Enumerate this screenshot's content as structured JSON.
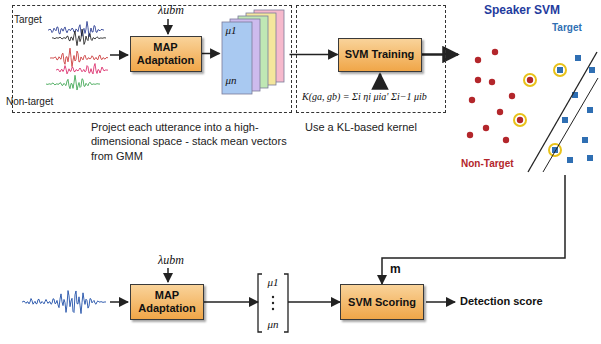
{
  "diagram": {
    "nodes": [
      {
        "text": [
          "Project each utterance into a high-dimensional space - stack mean vectors from GMM"
        ]
      },
      {
        "text": [
          "MAP Adaptation"
        ],
        "in": 0
      },
      {
        "text": [
          "μ1",
          "μn"
        ],
        "in": 0
      },
      {
        "text": [
          "Use a KL-based kernel"
        ]
      },
      {
        "text": [
          "SVM Training"
        ],
        "in": 3
      },
      {
        "text": [
          "Speaker SVM"
        ]
      },
      {
        "text": [
          "MAP Adaptation"
        ]
      },
      {
        "text": [
          "μ1",
          "μn"
        ]
      },
      {
        "text": [
          "SVM Scoring"
        ]
      }
    ],
    "edges": [
      {
        "from": 1,
        "to": 2,
        "arrow": "to"
      },
      {
        "from": 2,
        "to": 4,
        "arrow": "to"
      },
      {
        "from": 4,
        "to": 5,
        "arrow": "to"
      },
      {
        "from": 5,
        "to": 8,
        "arrow": "to",
        "label": "m"
      },
      {
        "from": 6,
        "to": 7,
        "arrow": "to"
      },
      {
        "from": 7,
        "to": 8,
        "arrow": "to"
      }
    ],
    "labels": [
      "Target",
      "Non-target",
      "λubm",
      "K(ga, gb) = Σi ηi μia' Σi−1 μib",
      "Target",
      "Non-Target",
      "λubm",
      "Detection score"
    ]
  }
}
